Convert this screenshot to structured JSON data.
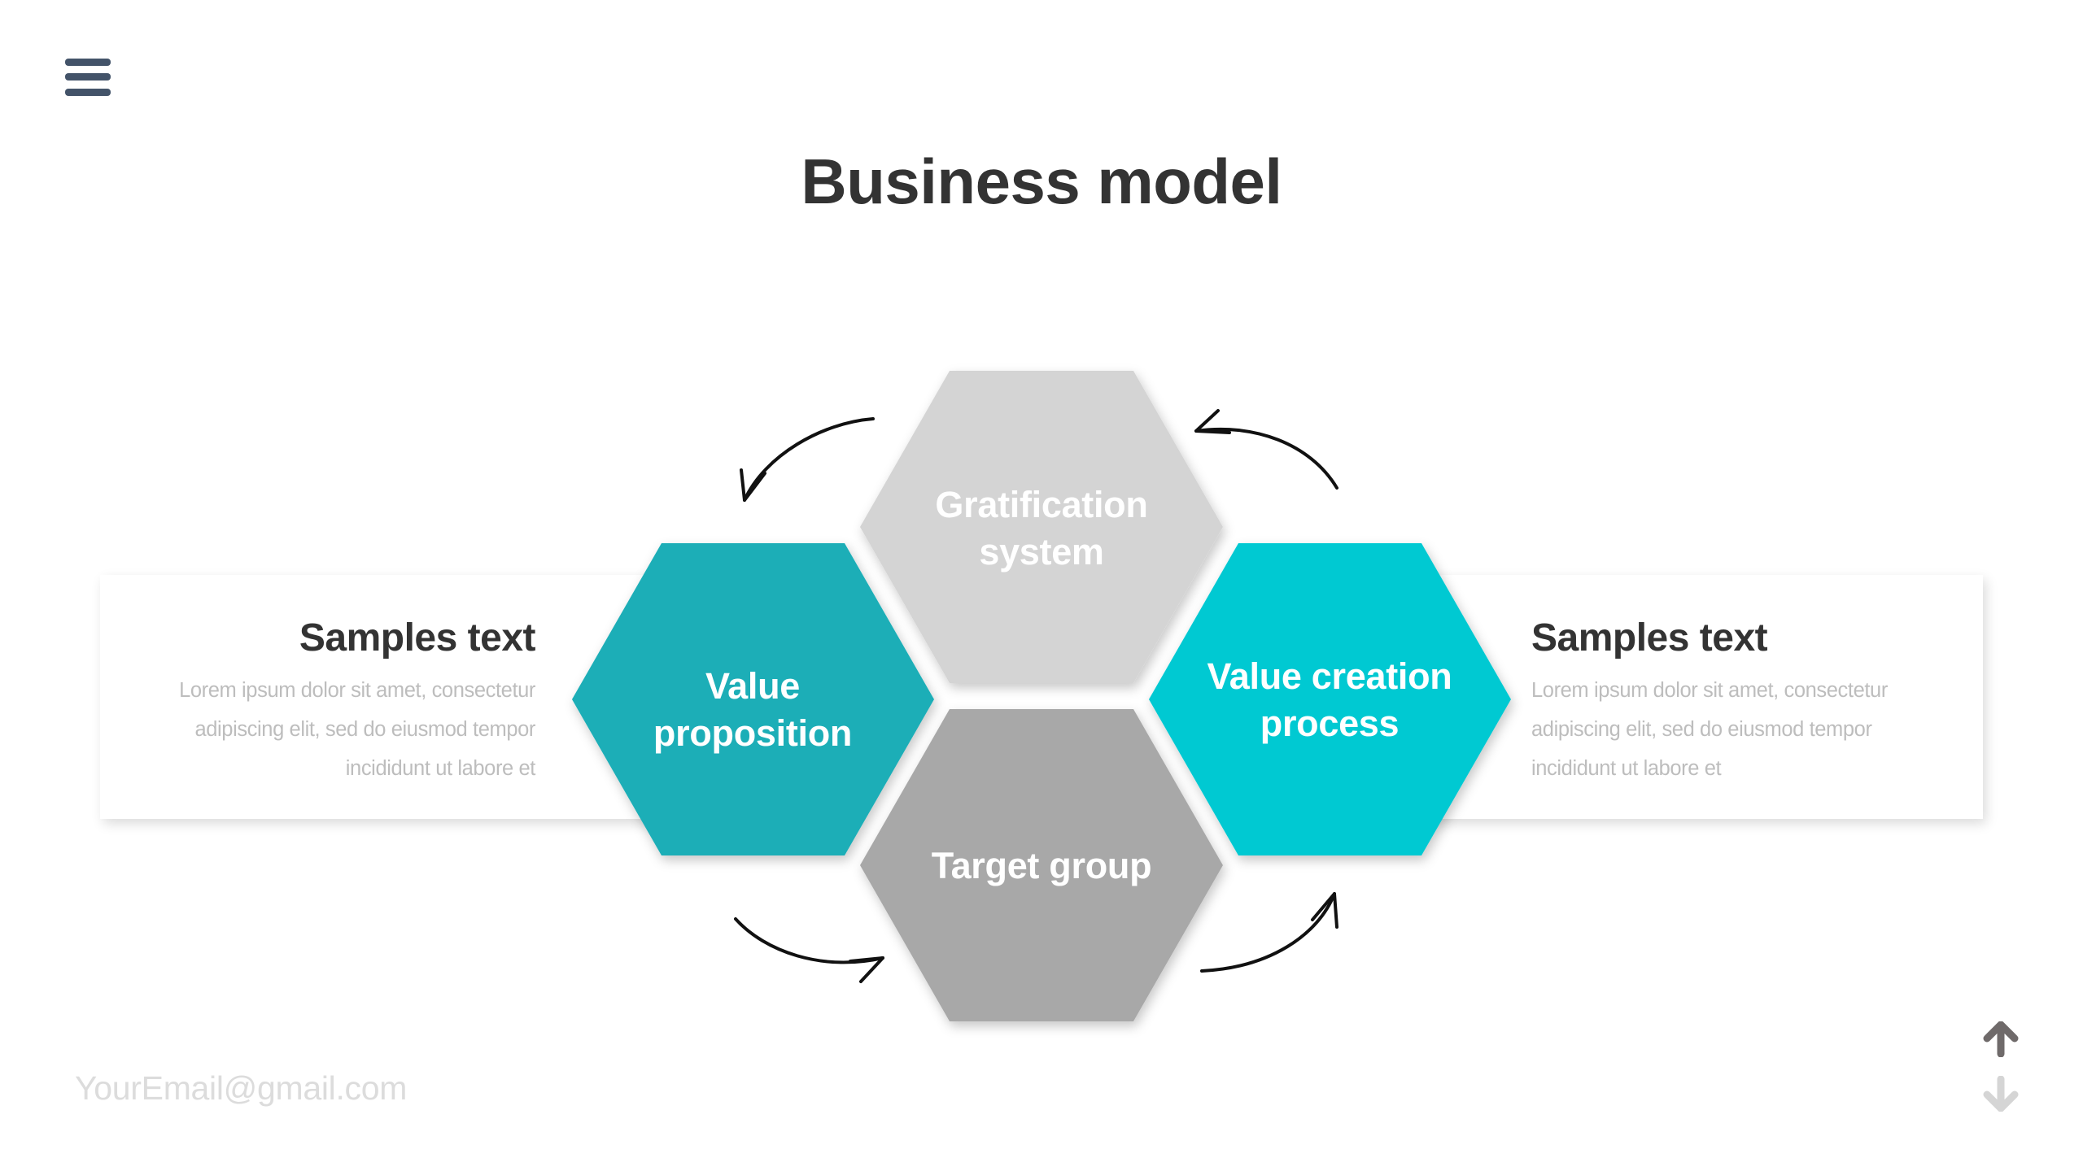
{
  "slide": {
    "title": "Business model",
    "menu_icon": "hamburger-menu-icon",
    "footer_email": "YourEmail@gmail.com"
  },
  "cards": {
    "left": {
      "heading": "Samples text",
      "lines": [
        "Lorem ipsum dolor sit amet, consectetur",
        "adipiscing elit, sed do eiusmod tempor",
        "incididunt ut labore et"
      ]
    },
    "right": {
      "heading": "Samples text",
      "lines": [
        "Lorem ipsum dolor sit amet, consectetur",
        "adipiscing elit, sed do eiusmod tempor",
        "incididunt ut labore et"
      ]
    }
  },
  "hexagons": {
    "top": {
      "lines": [
        "Gratification",
        "system"
      ],
      "color": "#d4d4d4"
    },
    "left": {
      "lines": [
        "Value",
        "proposition"
      ],
      "color": "#1aaeb7"
    },
    "right": {
      "lines": [
        "Value creation",
        "process"
      ],
      "color": "#00c9d2"
    },
    "bottom": {
      "lines": [
        "Target group"
      ],
      "color": "#a8a8a8"
    }
  },
  "cycle_arrows": [
    "curved-arrow-top-left",
    "curved-arrow-top-right",
    "curved-arrow-bottom-left",
    "curved-arrow-bottom-right"
  ],
  "navigation": {
    "up": {
      "icon": "arrow-up-icon",
      "color": "#6f6a6a"
    },
    "down": {
      "icon": "arrow-down-icon",
      "color": "#d5d5d5"
    }
  }
}
